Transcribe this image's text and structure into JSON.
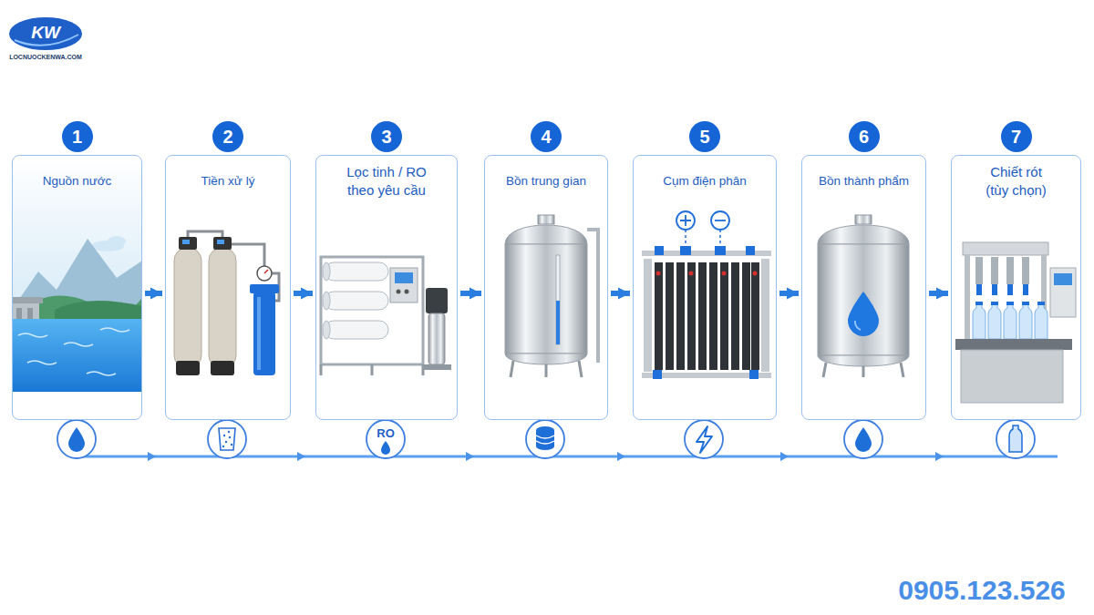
{
  "diagram": {
    "nodes": [
      {
        "text": [
          "1"
        ]
      },
      {
        "text": [
          "Nguồn nước"
        ]
      },
      {
        "text": [
          "2"
        ]
      },
      {
        "text": [
          "Tiền xử lý"
        ]
      },
      {
        "text": [
          "3"
        ]
      },
      {
        "text": [
          "Lọc tinh / RO theo yêu cầu"
        ]
      },
      {
        "text": [
          "4"
        ]
      },
      {
        "text": [
          "Bồn trung gian"
        ]
      },
      {
        "text": [
          "5"
        ]
      },
      {
        "text": [
          "Cụm điện phân"
        ]
      },
      {
        "text": [
          "6"
        ]
      },
      {
        "text": [
          "Bồn thành phẩm"
        ]
      },
      {
        "text": [
          "7"
        ]
      },
      {
        "text": [
          "Chiết rót (tùy chọn)"
        ]
      }
    ],
    "edges": [
      {
        "from": 1,
        "to": 3,
        "arrow": "to"
      },
      {
        "from": 3,
        "to": 5,
        "arrow": "to"
      },
      {
        "from": 5,
        "to": 7,
        "arrow": "to"
      },
      {
        "from": 7,
        "to": 9,
        "arrow": "to"
      },
      {
        "from": 9,
        "to": 11,
        "arrow": "to"
      },
      {
        "from": 11,
        "to": 13,
        "arrow": "to"
      }
    ],
    "labels": [
      "KW",
      "LOCNUOCKENWA.COM",
      "RO",
      "0905.123.526"
    ]
  }
}
